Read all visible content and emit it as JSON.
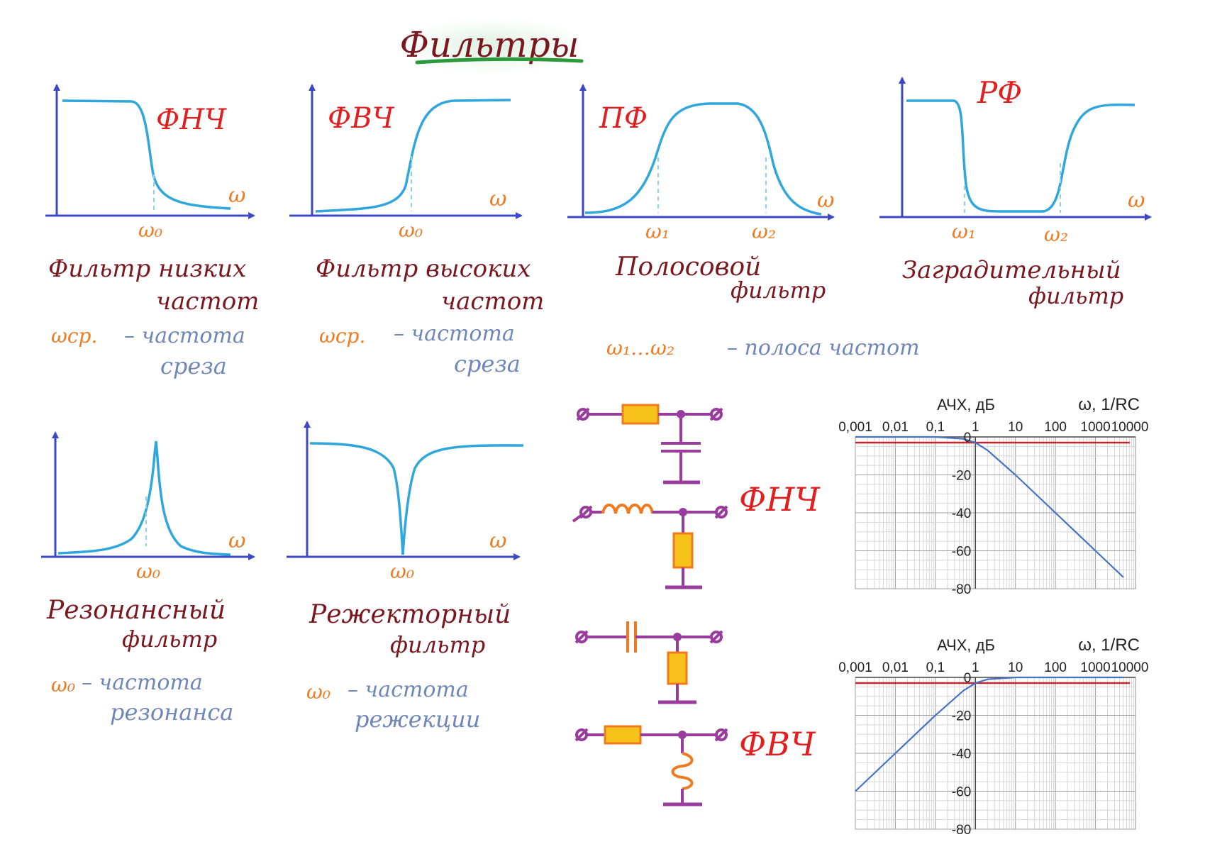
{
  "title": "Фильтры",
  "colors": {
    "axis": "#3d48c4",
    "curve": "#2fa6dc",
    "dash": "#8fd0ee",
    "label_red": "#e02020",
    "caption": "#7a1820",
    "omega_orange": "#f07a20",
    "note_blue": "#6f86b8",
    "circuit_purple": "#9a3c9e",
    "resistor_fill": "#f7c21a",
    "resistor_edge": "#f07a20",
    "chart_line": "#4472c4",
    "chart_ref": "#c0282e",
    "title_green": "#2a9a3a"
  },
  "sketches": [
    {
      "id": "fnch",
      "label": "ФНЧ",
      "axis_label": "ω",
      "markers": [
        "ω₀"
      ],
      "caption": [
        "Фильтр низких",
        "частот"
      ],
      "note_omega": "ωср.",
      "note_text": [
        "– частота",
        "среза"
      ]
    },
    {
      "id": "fvch",
      "label": "ФВЧ",
      "axis_label": "ω",
      "markers": [
        "ω₀"
      ],
      "caption": [
        "Фильтр высоких",
        "частот"
      ],
      "note_omega": "ωср.",
      "note_text": [
        "– частота",
        "среза"
      ]
    },
    {
      "id": "pf",
      "label": "ПФ",
      "axis_label": "ω",
      "markers": [
        "ω₁",
        "ω₂"
      ],
      "caption": [
        "Полосовой",
        "фильтр"
      ],
      "note_omega": "ω₁…ω₂",
      "note_text": [
        "– полоса частот"
      ]
    },
    {
      "id": "rf",
      "label": "РФ",
      "axis_label": "ω",
      "markers": [
        "ω₁",
        "ω₂"
      ],
      "caption": [
        "Заградительный",
        "фильтр"
      ]
    },
    {
      "id": "res",
      "axis_label": "ω",
      "markers": [
        "ω₀"
      ],
      "caption": [
        "Резонансный",
        "фильтр"
      ],
      "note_omega": "ω₀",
      "note_text": [
        "– частота",
        "резонанса"
      ]
    },
    {
      "id": "rej",
      "axis_label": "ω",
      "markers": [
        "ω₀"
      ],
      "caption": [
        "Режекторный",
        "фильтр"
      ],
      "note_omega": "ω₀",
      "note_text": [
        "– частота",
        "режекции"
      ]
    }
  ],
  "circuit_labels": {
    "low": "ФНЧ",
    "high": "ФВЧ"
  },
  "chart_data": [
    {
      "type": "line",
      "title": "АЧХ, дБ",
      "xlabel": "ω, 1/RC",
      "x_scale": "log",
      "xlim": [
        0.001,
        10000
      ],
      "ylim": [
        -80,
        0
      ],
      "x_tick_labels": [
        "0,001",
        "0,01",
        "0,1",
        "1",
        "10",
        "100",
        "1000",
        "10000"
      ],
      "y_tick_labels": [
        "0",
        "-20",
        "-40",
        "-60",
        "-80"
      ],
      "grid": true,
      "series": [
        {
          "x": [
            0.001,
            0.01,
            0.1,
            0.5,
            1,
            2,
            10,
            100,
            1000,
            5000
          ],
          "y": [
            0,
            0,
            0,
            -1,
            -3,
            -7,
            -20,
            -40,
            -60,
            -74
          ]
        }
      ],
      "reference_line_y": -3
    },
    {
      "type": "line",
      "title": "АЧХ, дБ",
      "xlabel": "ω, 1/RC",
      "x_scale": "log",
      "xlim": [
        0.001,
        10000
      ],
      "ylim": [
        -80,
        0
      ],
      "x_tick_labels": [
        "0,001",
        "0,01",
        "0,1",
        "1",
        "10",
        "100",
        "1000",
        "10000"
      ],
      "y_tick_labels": [
        "0",
        "-20",
        "-40",
        "-60",
        "-80"
      ],
      "grid": true,
      "series": [
        {
          "x": [
            0.001,
            0.01,
            0.1,
            0.5,
            1,
            2,
            10,
            100,
            1000,
            5000
          ],
          "y": [
            -60,
            -40,
            -20,
            -7,
            -3,
            -1,
            0,
            0,
            0,
            0
          ]
        }
      ],
      "reference_line_y": -3
    }
  ]
}
